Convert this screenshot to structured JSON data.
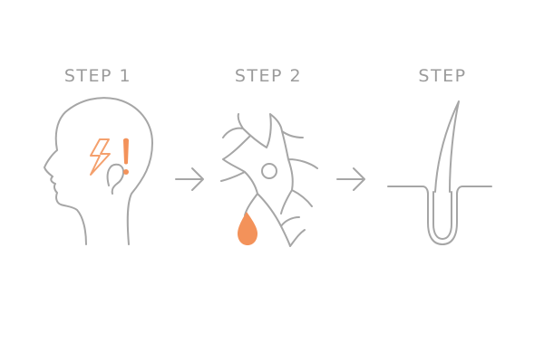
{
  "steps": [
    {
      "label": "STEP 1",
      "icon": "head-stress-icon"
    },
    {
      "label": "STEP 2",
      "icon": "neuron-icon"
    },
    {
      "label": "STEP",
      "icon": "hair-follicle-icon"
    }
  ],
  "arrows": [
    "arrow-right-icon",
    "arrow-right-icon"
  ],
  "colors": {
    "line": "#a6a6a6",
    "label": "#9b9b9b",
    "accent": "#f4a06d",
    "accent_fill": "#f3925a"
  }
}
